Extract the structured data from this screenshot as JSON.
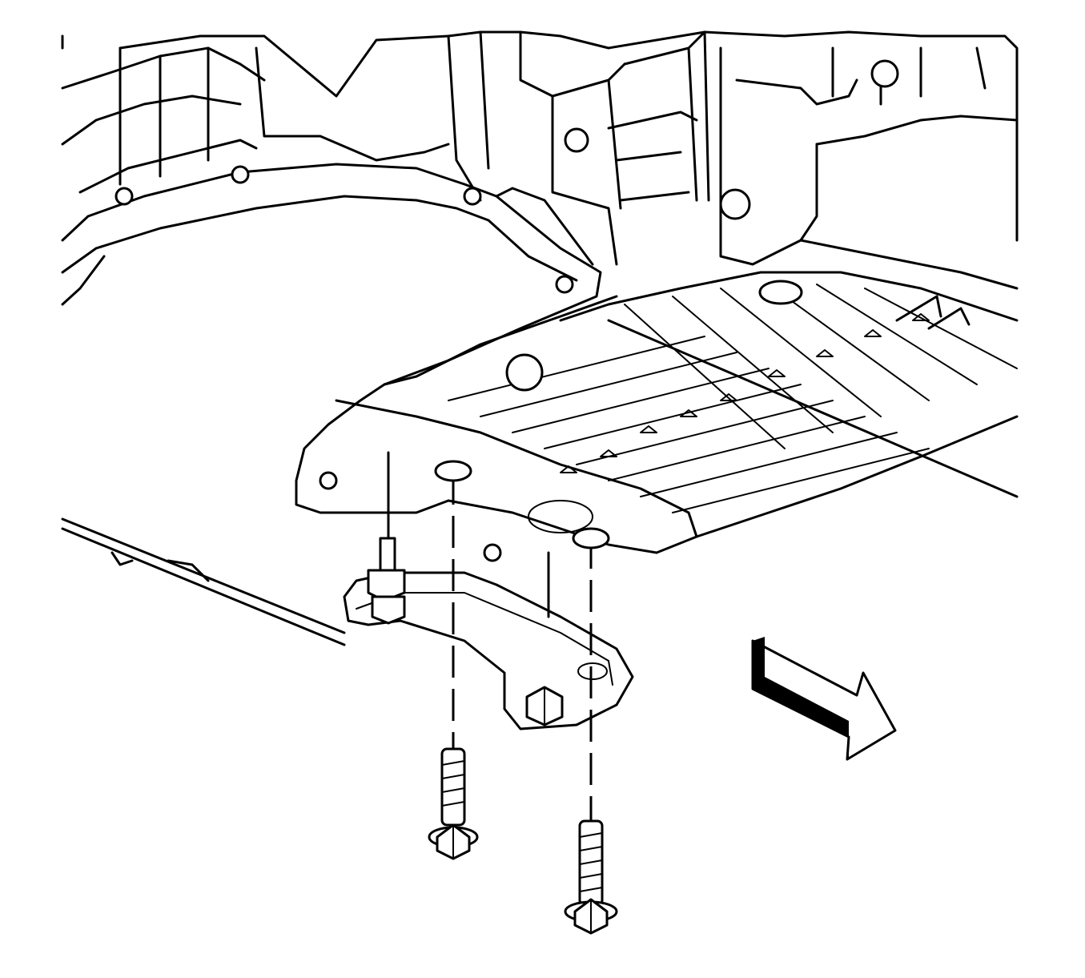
{
  "figure": {
    "parts": [
      {
        "name": "oil-pan",
        "icon": "oil-pan-outline"
      },
      {
        "name": "transmission-brace",
        "icon": "brace-bracket"
      },
      {
        "name": "brace-bolt-short",
        "icon": "flange-bolt-icon"
      },
      {
        "name": "brace-bolt-long",
        "icon": "flange-bolt-icon"
      },
      {
        "name": "brace-stud-nut",
        "icon": "hex-nut-icon"
      },
      {
        "name": "brace-nut",
        "icon": "hex-nut-icon"
      },
      {
        "name": "direction-arrow",
        "icon": "arrow-forward-icon"
      }
    ],
    "colors": {
      "line": "#000000",
      "background": "#ffffff",
      "arrow_shade": "#000000"
    }
  }
}
